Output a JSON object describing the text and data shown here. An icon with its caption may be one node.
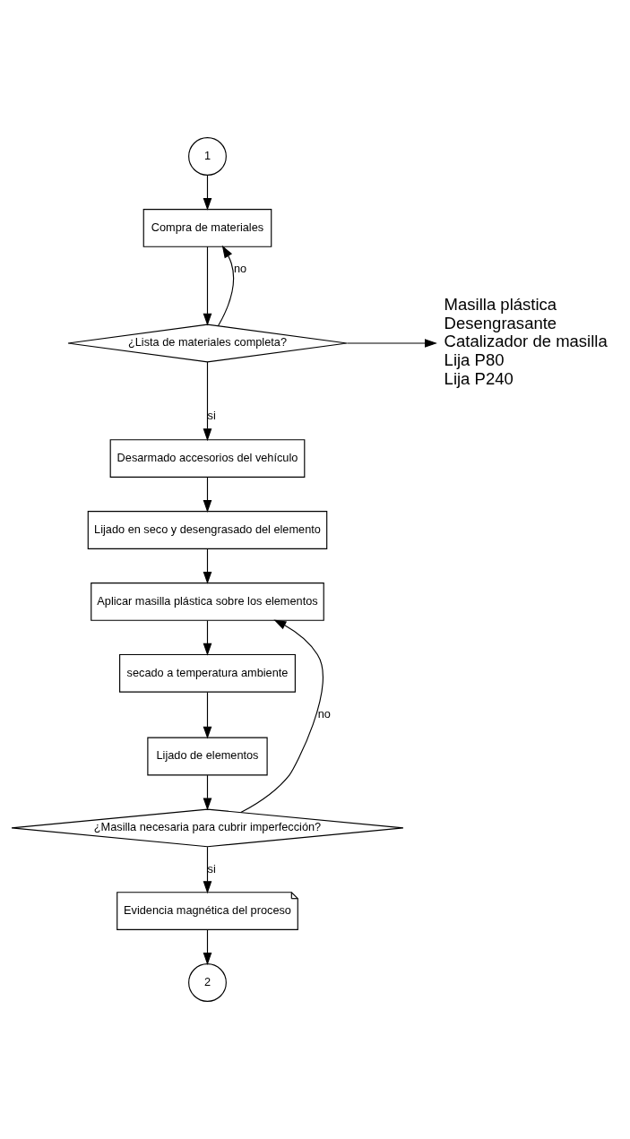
{
  "diagram": {
    "nodes": [
      {
        "text": [
          "1"
        ]
      },
      {
        "text": [
          "Compra de materiales"
        ]
      },
      {
        "text": [
          "¿Lista de materiales completa?"
        ]
      },
      {
        "text": [
          "Masilla plástica",
          "Desengrasante",
          "Catalizador de masilla",
          "Lija P80",
          "Lija P240"
        ]
      },
      {
        "text": [
          "Desarmado accesorios del vehículo"
        ]
      },
      {
        "text": [
          "Lijado en seco y desengrasado del elemento"
        ]
      },
      {
        "text": [
          "Aplicar masilla plástica sobre los elementos"
        ]
      },
      {
        "text": [
          "secado a temperatura ambiente"
        ]
      },
      {
        "text": [
          "Lijado de elementos"
        ]
      },
      {
        "text": [
          "¿Masilla necesaria para cubrir imperfección?"
        ]
      },
      {
        "text": [
          "Evidencia magnética del proceso"
        ]
      },
      {
        "text": [
          "2"
        ]
      }
    ],
    "edges": [
      {
        "from": 0,
        "to": 1,
        "arrow": "to"
      },
      {
        "from": 1,
        "to": 2,
        "arrow": "to"
      },
      {
        "from": 2,
        "to": 1,
        "arrow": "to",
        "label": "no"
      },
      {
        "from": 2,
        "to": 3,
        "arrow": "to"
      },
      {
        "from": 2,
        "to": 4,
        "arrow": "to",
        "label": "si"
      },
      {
        "from": 4,
        "to": 5,
        "arrow": "to"
      },
      {
        "from": 5,
        "to": 6,
        "arrow": "to"
      },
      {
        "from": 6,
        "to": 7,
        "arrow": "to"
      },
      {
        "from": 7,
        "to": 8,
        "arrow": "to"
      },
      {
        "from": 8,
        "to": 9,
        "arrow": "to"
      },
      {
        "from": 9,
        "to": 6,
        "arrow": "to",
        "label": "no"
      },
      {
        "from": 9,
        "to": 10,
        "arrow": "to",
        "label": "si"
      },
      {
        "from": 10,
        "to": 11,
        "arrow": "to"
      }
    ]
  }
}
